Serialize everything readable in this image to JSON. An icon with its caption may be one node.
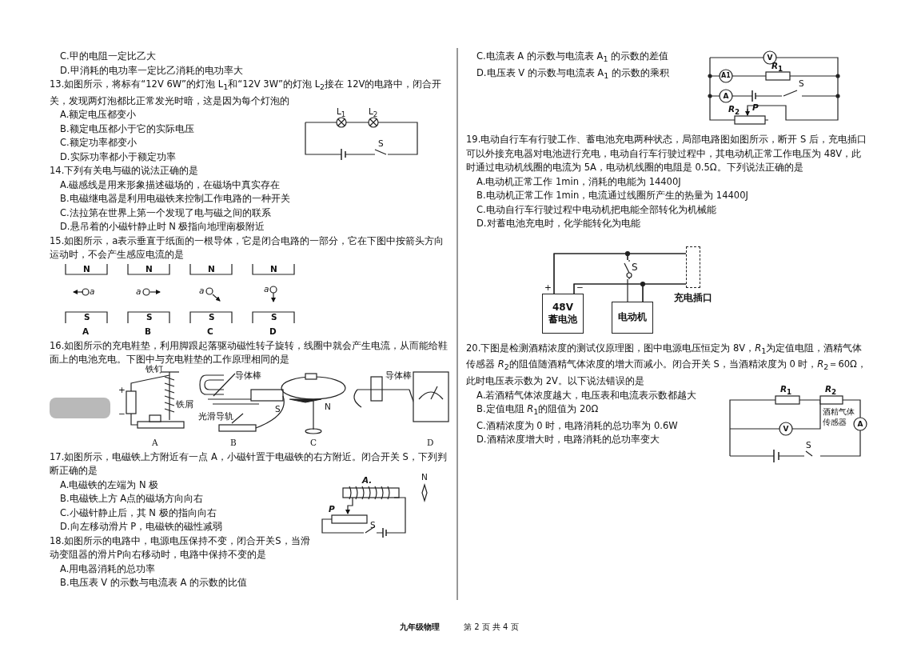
{
  "diagram": {
    "nodes": [
      {
        "text": [
          "48V",
          "蓄电池"
        ],
        "beside": [
          "+",
          "−"
        ]
      },
      {
        "text": [
          "电动机"
        ]
      },
      {
        "text": [],
        "shape": "box",
        "beside": [
          "充电插口"
        ]
      },
      {
        "text": [
          "S"
        ]
      }
    ],
    "edges": [
      {
        "from": 0,
        "to": 2,
        "arrow": "none"
      },
      {
        "from": 0,
        "to": 3,
        "arrow": "none"
      },
      {
        "from": 3,
        "to": 2,
        "arrow": "none"
      },
      {
        "from": 3,
        "to": 1,
        "arrow": "none"
      },
      {
        "from": 0,
        "to": 2,
        "arrow": "none"
      },
      {
        "from": 0,
        "to": 1,
        "arrow": "none"
      },
      {
        "from": 1,
        "to": 2,
        "arrow": "none"
      }
    ],
    "labels": [
      "C.甲的电阻一定比乙大",
      "D.甲消耗的电功率一定比乙消耗的电功率大",
      "13.如图所示，将标有“12V 6W”的灯泡 L$_{1}$和“12V 3W”的灯泡 L$_{2}$接在 12V的电路中，闭合开关，发现两灯泡都比正常发光时暗，这是因为每个灯泡的",
      "A.额定电压都变小",
      "B.额定电压都小于它的实际电压",
      "C.额定功率都变小",
      "D.实际功率都小于额定功率",
      "L$_{1}$",
      "L$_{2}$",
      "S",
      "14.下列有关电与磁的说法正确的是",
      "A.磁感线是用来形象描述磁场的，在磁场中真实存在",
      "B.电磁继电器是利用电磁铁来控制工作电路的一种开关",
      "C.法拉第在世界上第一个发现了电与磁之间的联系",
      "D.悬吊着的小磁针静止时 N 极指向地理南极附近",
      "15.如图所示，a表示垂直于纸面的一根导体，它是闭合电路的一部分，它在下图中按箭头方向运动时，不会产生感应电流的是",
      "N",
      "N",
      "N",
      "N",
      "a",
      "a",
      "a",
      "a",
      "S",
      "S",
      "S",
      "S",
      "A",
      "B",
      "C",
      "D",
      "16.如图所示的充电鞋垫，利用脚跟起落驱动磁性转子旋转，线圈中就会产生电流，从而能给鞋面上的电池充电。下图中与充电鞋垫的工作原理相同的是",
      "铁钉",
      "+",
      "−",
      "铁屑",
      "导体棒",
      "光滑导轨",
      "S",
      "N",
      "导体棒",
      "A",
      "B",
      "C",
      "D",
      "17.如图所示，电磁铁上方附近有一点 A，小磁针置于电磁铁的右方附近。闭合开关 S，下列判断正确的是",
      "A.电磁铁的左端为 N 极",
      "B.电磁铁上方 A点的磁场方向向右",
      "C.小磁针静止后，其 N 极的指向向右",
      "D.向左移动滑片 P，电磁铁的磁性减弱",
      "A.",
      "N",
      "P",
      "S",
      "18.如图所示的电路中，电源电压保持不变，闭合开关S，当滑动变阻器的滑片P向右移动时，电路中保持不变的是",
      "A.用电器消耗的总功率",
      "B.电压表 V 的示数与电流表 A 的示数的比值",
      "C.电流表 A 的示数与电流表 A$_{1}$ 的示数的差值",
      "D.电压表 V 的示数与电流表 A$_{1}$ 的示数的乘积",
      "V",
      "A1",
      "*R*$_{1}$",
      "S",
      "A",
      "*R*$_{2}$",
      "P",
      "19.电动自行车有行驶工作、蓄电池充电两种状态，局部电路图如图所示，断开 S 后，充电插口可以外接充电器对电池进行充电，电动自行车行驶过程中，其电动机正常工作电压为 48V，此时通过电动机线圈的电流为 5A，电动机线圈的电阻是 0.5Ω。下列说法正确的是",
      "A.电动机正常工作 1min，消耗的电能为 14400J",
      "B.电动机正常工作 1min，电流通过线圈所产生的热量为 14400J",
      "C.电动自行车行驶过程中电动机把电能全部转化为机械能",
      "D.对蓄电池充电时，化学能转化为电能",
      "20.下图是检测酒精浓度的测试仪原理图，图中电源电压恒定为 8V，*R*$_{1}$为定值电阻，酒精气体传感器 *R*$_{2}$的阻值随酒精气体浓度的增大而减小。闭合开关 S，当酒精浓度为 0 时，*R*$_{2}$＝60Ω，此时电压表示数为 2V。以下说法错误的是",
      "A.若酒精气体浓度越大，电压表和电流表示数都越大",
      "B.定值电阻 *R*$_{1}$的阻值为 20Ω",
      "C.酒精浓度为 0 时，电路消耗的总功率为 0.6W",
      "D.酒精浓度增大时，电路消耗的总功率变大",
      "*R*$_{1}$",
      "*R*$_{2}$",
      "酒精气体传感器",
      "V",
      "A",
      "S",
      "九年级物理",
      "第 2 页 共 4 页"
    ]
  }
}
